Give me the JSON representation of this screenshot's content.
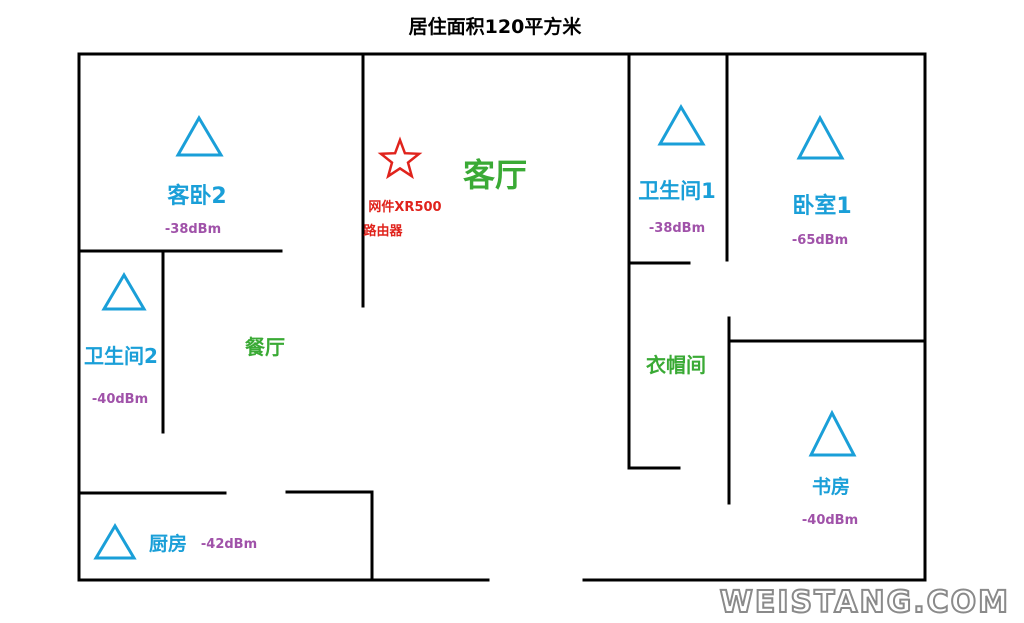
{
  "title": "居住面积120平方米",
  "router": {
    "name": "网件XR500",
    "label": "路由器"
  },
  "rooms": {
    "living": {
      "name": "客厅"
    },
    "guest_bedroom": {
      "name": "客卧2",
      "signal": "-38dBm"
    },
    "bathroom2": {
      "name": "卫生间2",
      "signal": "-40dBm"
    },
    "dining": {
      "name": "餐厅"
    },
    "kitchen": {
      "name": "厨房",
      "signal": "-42dBm"
    },
    "bathroom1": {
      "name": "卫生间1",
      "signal": "-38dBm"
    },
    "bedroom1": {
      "name": "卧室1",
      "signal": "-65dBm"
    },
    "closet": {
      "name": "衣帽间"
    },
    "study": {
      "name": "书房",
      "signal": "-40dBm"
    }
  },
  "watermark": "WEISTANG.COM",
  "colors": {
    "wall": "#000000",
    "room_label": "#1a9fd8",
    "open_area_label": "#3aaa35",
    "signal_text": "#a052a9",
    "router": "#e0231c",
    "triangle_icon": "#1a9fd8"
  },
  "icons": {
    "router": "star-icon",
    "access_point": "triangle-icon"
  }
}
